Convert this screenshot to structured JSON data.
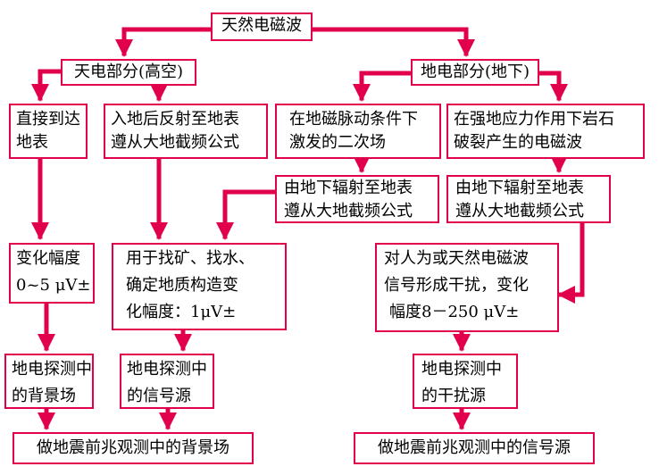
{
  "root": "天然电磁波",
  "sky": {
    "title": "天电部分(高空)",
    "direct": [
      "直接到达",
      "地表"
    ],
    "reflect": [
      "入地后反射至地表",
      "遵从大地截频公式"
    ],
    "amp": [
      "变化幅度",
      "0~5 μV±"
    ],
    "use": [
      "用于找矿、找水、",
      "确定地质构造变",
      "化幅度：1μV±"
    ],
    "bg": [
      "地电探测中",
      "的背景场"
    ],
    "sig": [
      "地电探测中",
      "的信号源"
    ],
    "quake_bg": "做地震前兆观测中的背景场"
  },
  "ground": {
    "title": "地电部分(地下)",
    "pulse": [
      "在地磁脉动条件下",
      "激发的二次场"
    ],
    "stress": [
      "在强地应力作用下岩石",
      "破裂产生的电磁波"
    ],
    "rad1": [
      "由地下辐射至地表",
      "遵从大地截频公式"
    ],
    "rad2": [
      "由地下辐射至地表",
      "遵从大地截频公式"
    ],
    "interf": [
      "对人为或天然电磁波",
      "信号形成干扰，变化",
      "幅度8－250 μV±"
    ],
    "noise": [
      "地电探测中",
      "的干扰源"
    ],
    "quake_sig": "做地震前兆观测中的信号源"
  },
  "colors": {
    "line": "#e0004b",
    "box_border": "#e0004b"
  }
}
